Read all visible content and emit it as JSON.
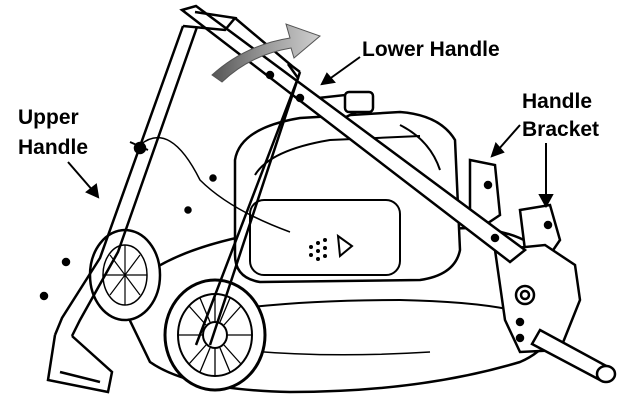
{
  "labels": {
    "lower_handle": "Lower Handle",
    "upper_handle_line1": "Upper",
    "upper_handle_line2": "Handle",
    "handle_bracket_line1": "Handle",
    "handle_bracket_line2": "Bracket"
  },
  "colors": {
    "ink": "#000000",
    "paper": "#ffffff",
    "arrow_shading": "#9a9a9a"
  }
}
